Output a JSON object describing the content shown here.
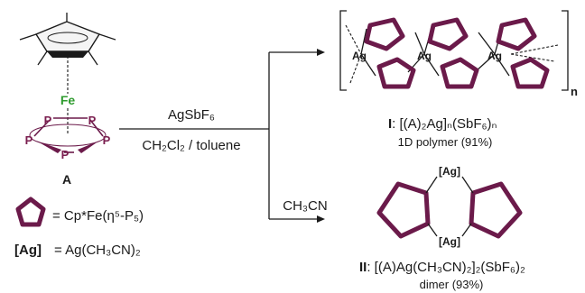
{
  "reactant": {
    "metal": "Fe",
    "p_atom": "P",
    "label": "A"
  },
  "legend": {
    "pent_def": "= Cp*Fe(η⁵-P₅)",
    "ag_symbol": "[Ag]",
    "ag_def": "= Ag(CH₃CN)₂"
  },
  "reagents": {
    "salt": "AgSbF₆",
    "solvent": "CH₂Cl₂ / toluene",
    "additive": "CH₃CN"
  },
  "product1": {
    "ag": "Ag",
    "n": "n",
    "tag": "I",
    "formula": ": [(A)₂Ag]ₙ(SbF₆)ₙ",
    "desc": "1D polymer (91%)"
  },
  "product2": {
    "ag_top": "[Ag]",
    "ag_bottom": "[Ag]",
    "tag": "II",
    "formula": ": [(A)Ag(CH₃CN)₂]₂(SbF₆)₂",
    "desc": "dimer (93%)"
  },
  "colors": {
    "phosphorus": "#6b1a4a",
    "iron": "#2e9b2e",
    "text": "#1a1a1a"
  }
}
